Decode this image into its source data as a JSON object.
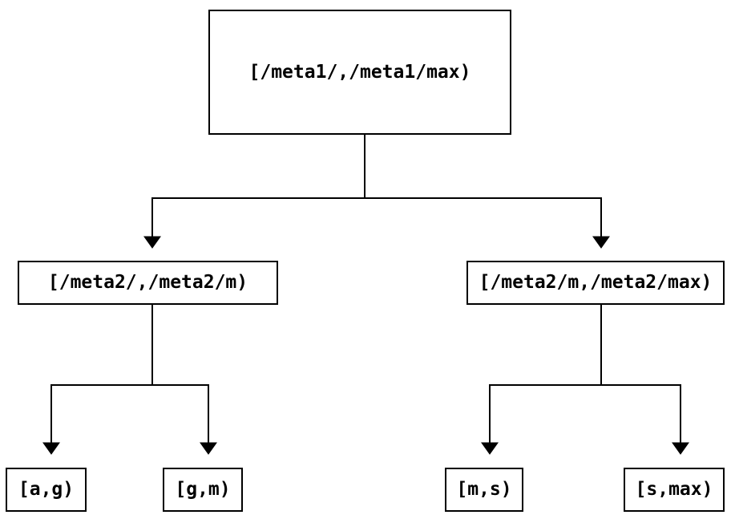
{
  "diagram": {
    "type": "tree",
    "colors": {
      "background": "#ffffff",
      "line": "#000000",
      "text": "#000000"
    },
    "nodes": {
      "root": {
        "id": "root",
        "label": "[/meta1/,/meta1/max)"
      },
      "children": [
        {
          "id": "child-0",
          "label": "[/meta2/,/meta2/m)"
        },
        {
          "id": "child-1",
          "label": "[/meta2/m,/meta2/max)"
        }
      ],
      "leaves": [
        {
          "id": "leaf-0",
          "label": "[a,g)"
        },
        {
          "id": "leaf-1",
          "label": "[g,m)"
        },
        {
          "id": "leaf-2",
          "label": "[m,s)"
        },
        {
          "id": "leaf-3",
          "label": "[s,max)"
        }
      ]
    },
    "edges": [
      {
        "from": "root",
        "to": "child-0"
      },
      {
        "from": "root",
        "to": "child-1"
      },
      {
        "from": "child-0",
        "to": "leaf-0"
      },
      {
        "from": "child-0",
        "to": "leaf-1"
      },
      {
        "from": "child-1",
        "to": "leaf-2"
      },
      {
        "from": "child-1",
        "to": "leaf-3"
      }
    ]
  }
}
